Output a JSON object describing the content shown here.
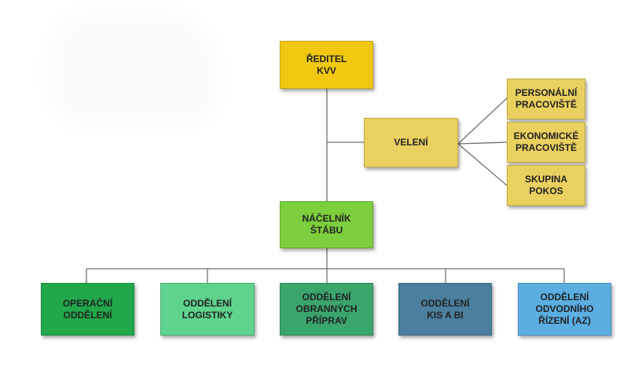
{
  "org": {
    "director": {
      "label": "ŘEDITEL\nKVV",
      "color": "#f0c810"
    },
    "command": {
      "label": "VELENÍ",
      "color": "#ead05e"
    },
    "personnel": {
      "label": "PERSONÁLNÍ\nPRACOVIŠTĚ",
      "color": "#ead05e"
    },
    "economic": {
      "label": "EKONOMICKÉ\nPRACOVIŠTĚ",
      "color": "#ead05e"
    },
    "pokos": {
      "label": "SKUPINA\nPOKOS",
      "color": "#ead05e"
    },
    "chief_of_staff": {
      "label": "NÁČELNÍK\nŠTÁBU",
      "color": "#7ccf3c"
    },
    "departments": [
      {
        "label": "OPERAČNÍ\nODDĚLENÍ",
        "color": "#20a84a"
      },
      {
        "label": "ODDĚLENÍ\nLOGISTIKY",
        "color": "#5ed38e"
      },
      {
        "label": "ODDĚLENÍ\nOBRANNÝCH\nPŘÍPRAV",
        "color": "#3aa66c"
      },
      {
        "label": "ODDĚLENÍ\nKIS A BI",
        "color": "#4a7f9e"
      },
      {
        "label": "ODDĚLENÍ\nODVODNÍHO\nŘÍZENÍ (AZ)",
        "color": "#5aaee2"
      }
    ]
  }
}
